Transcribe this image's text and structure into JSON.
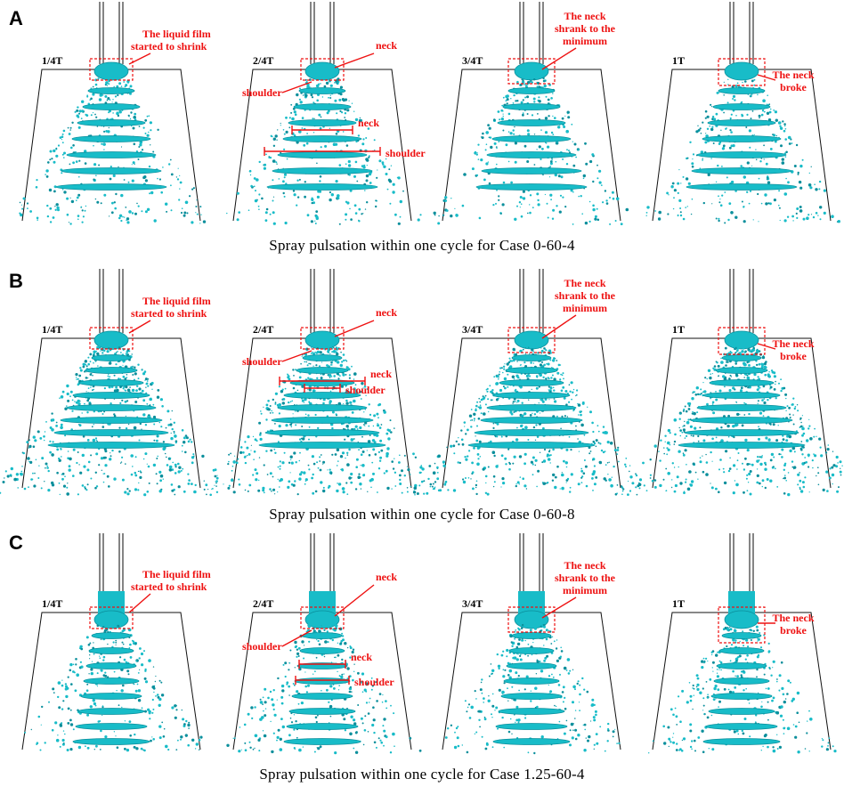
{
  "rows": [
    {
      "letter": "A",
      "caption": "Spray pulsation within one cycle for Case 0-60-4",
      "panels": [
        {
          "time": "1/4T",
          "notes": [
            "The liquid film",
            "started to shrink"
          ]
        },
        {
          "time": "2/4T",
          "notes": [
            "neck",
            "shoulder",
            "neck",
            "shoulder"
          ]
        },
        {
          "time": "3/4T",
          "notes": [
            "The neck",
            "shrank to the",
            "minimum"
          ]
        },
        {
          "time": "1T",
          "notes": [
            "The neck",
            "broke"
          ]
        }
      ]
    },
    {
      "letter": "B",
      "caption": "Spray pulsation within one cycle for Case 0-60-8",
      "panels": [
        {
          "time": "1/4T",
          "notes": [
            "The liquid film",
            "started to shrink"
          ]
        },
        {
          "time": "2/4T",
          "notes": [
            "neck",
            "shoulder",
            "neck",
            "shoulder"
          ]
        },
        {
          "time": "3/4T",
          "notes": [
            "The neck",
            "shrank to the",
            "minimum"
          ]
        },
        {
          "time": "1T",
          "notes": [
            "The neck",
            "broke"
          ]
        }
      ]
    },
    {
      "letter": "C",
      "caption": "Spray pulsation within one cycle for Case 1.25-60-4",
      "panels": [
        {
          "time": "1/4T",
          "notes": [
            "The liquid film",
            "started to shrink"
          ]
        },
        {
          "time": "2/4T",
          "notes": [
            "neck",
            "shoulder",
            "neck",
            "shoulder"
          ]
        },
        {
          "time": "3/4T",
          "notes": [
            "The neck",
            "shrank to the",
            "minimum"
          ]
        },
        {
          "time": "1T",
          "notes": [
            "The neck",
            "broke"
          ]
        }
      ]
    }
  ],
  "colors": {
    "spray": "#18bcc8",
    "spray_dark": "#0b8f9c",
    "annotation": "#ee1111",
    "line": "#000000"
  }
}
